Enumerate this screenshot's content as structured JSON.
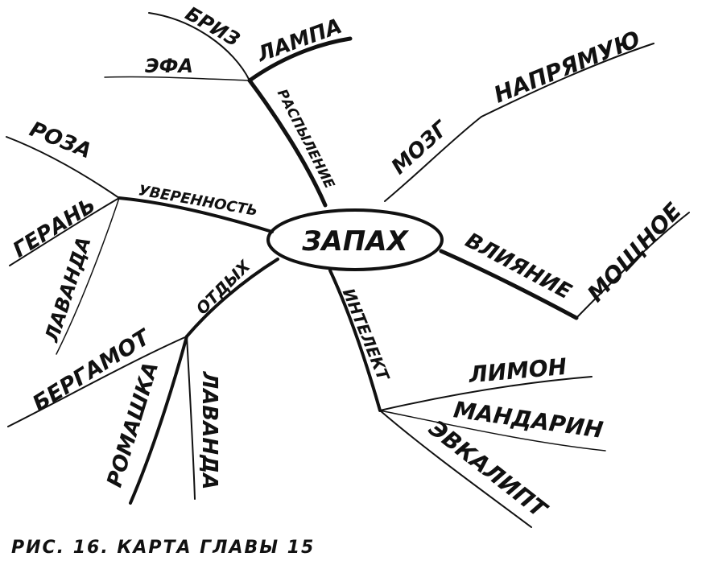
{
  "center": "ЗАПАХ",
  "branches": {
    "raspylenie": {
      "label": "РАСПЫЛЕНИЕ",
      "children": {
        "briz": "БРИЗ",
        "lampa": "ЛАМПА",
        "efa": "ЭФА"
      }
    },
    "uverennost": {
      "label": "УВЕРЕННОСТЬ",
      "children": {
        "roza": "РОЗА",
        "geran": "ГЕРАНЬ",
        "lavanda": "ЛАВАНДА"
      }
    },
    "otdyh": {
      "label": "ОТДЫХ",
      "children": {
        "bergamot": "БЕРГАМОТ",
        "romashka": "РОМАШКА",
        "lavanda": "ЛАВАНДА"
      }
    },
    "mozg": {
      "label": "МОЗГ",
      "children": {
        "napryamuyu": "НАПРЯМУЮ"
      }
    },
    "vliyanie": {
      "label": "ВЛИЯНИЕ",
      "children": {
        "moshchnoe": "МОЩНОЕ"
      }
    },
    "intellekt": {
      "label": "ИНТЕЛЕКТ",
      "children": {
        "limon": "ЛИМОН",
        "mandarin": "МАНДАРИН",
        "evkalipt": "ЭВКАЛИПТ"
      }
    }
  },
  "caption": "РИС. 16. КАРТА ГЛАВЫ 15"
}
